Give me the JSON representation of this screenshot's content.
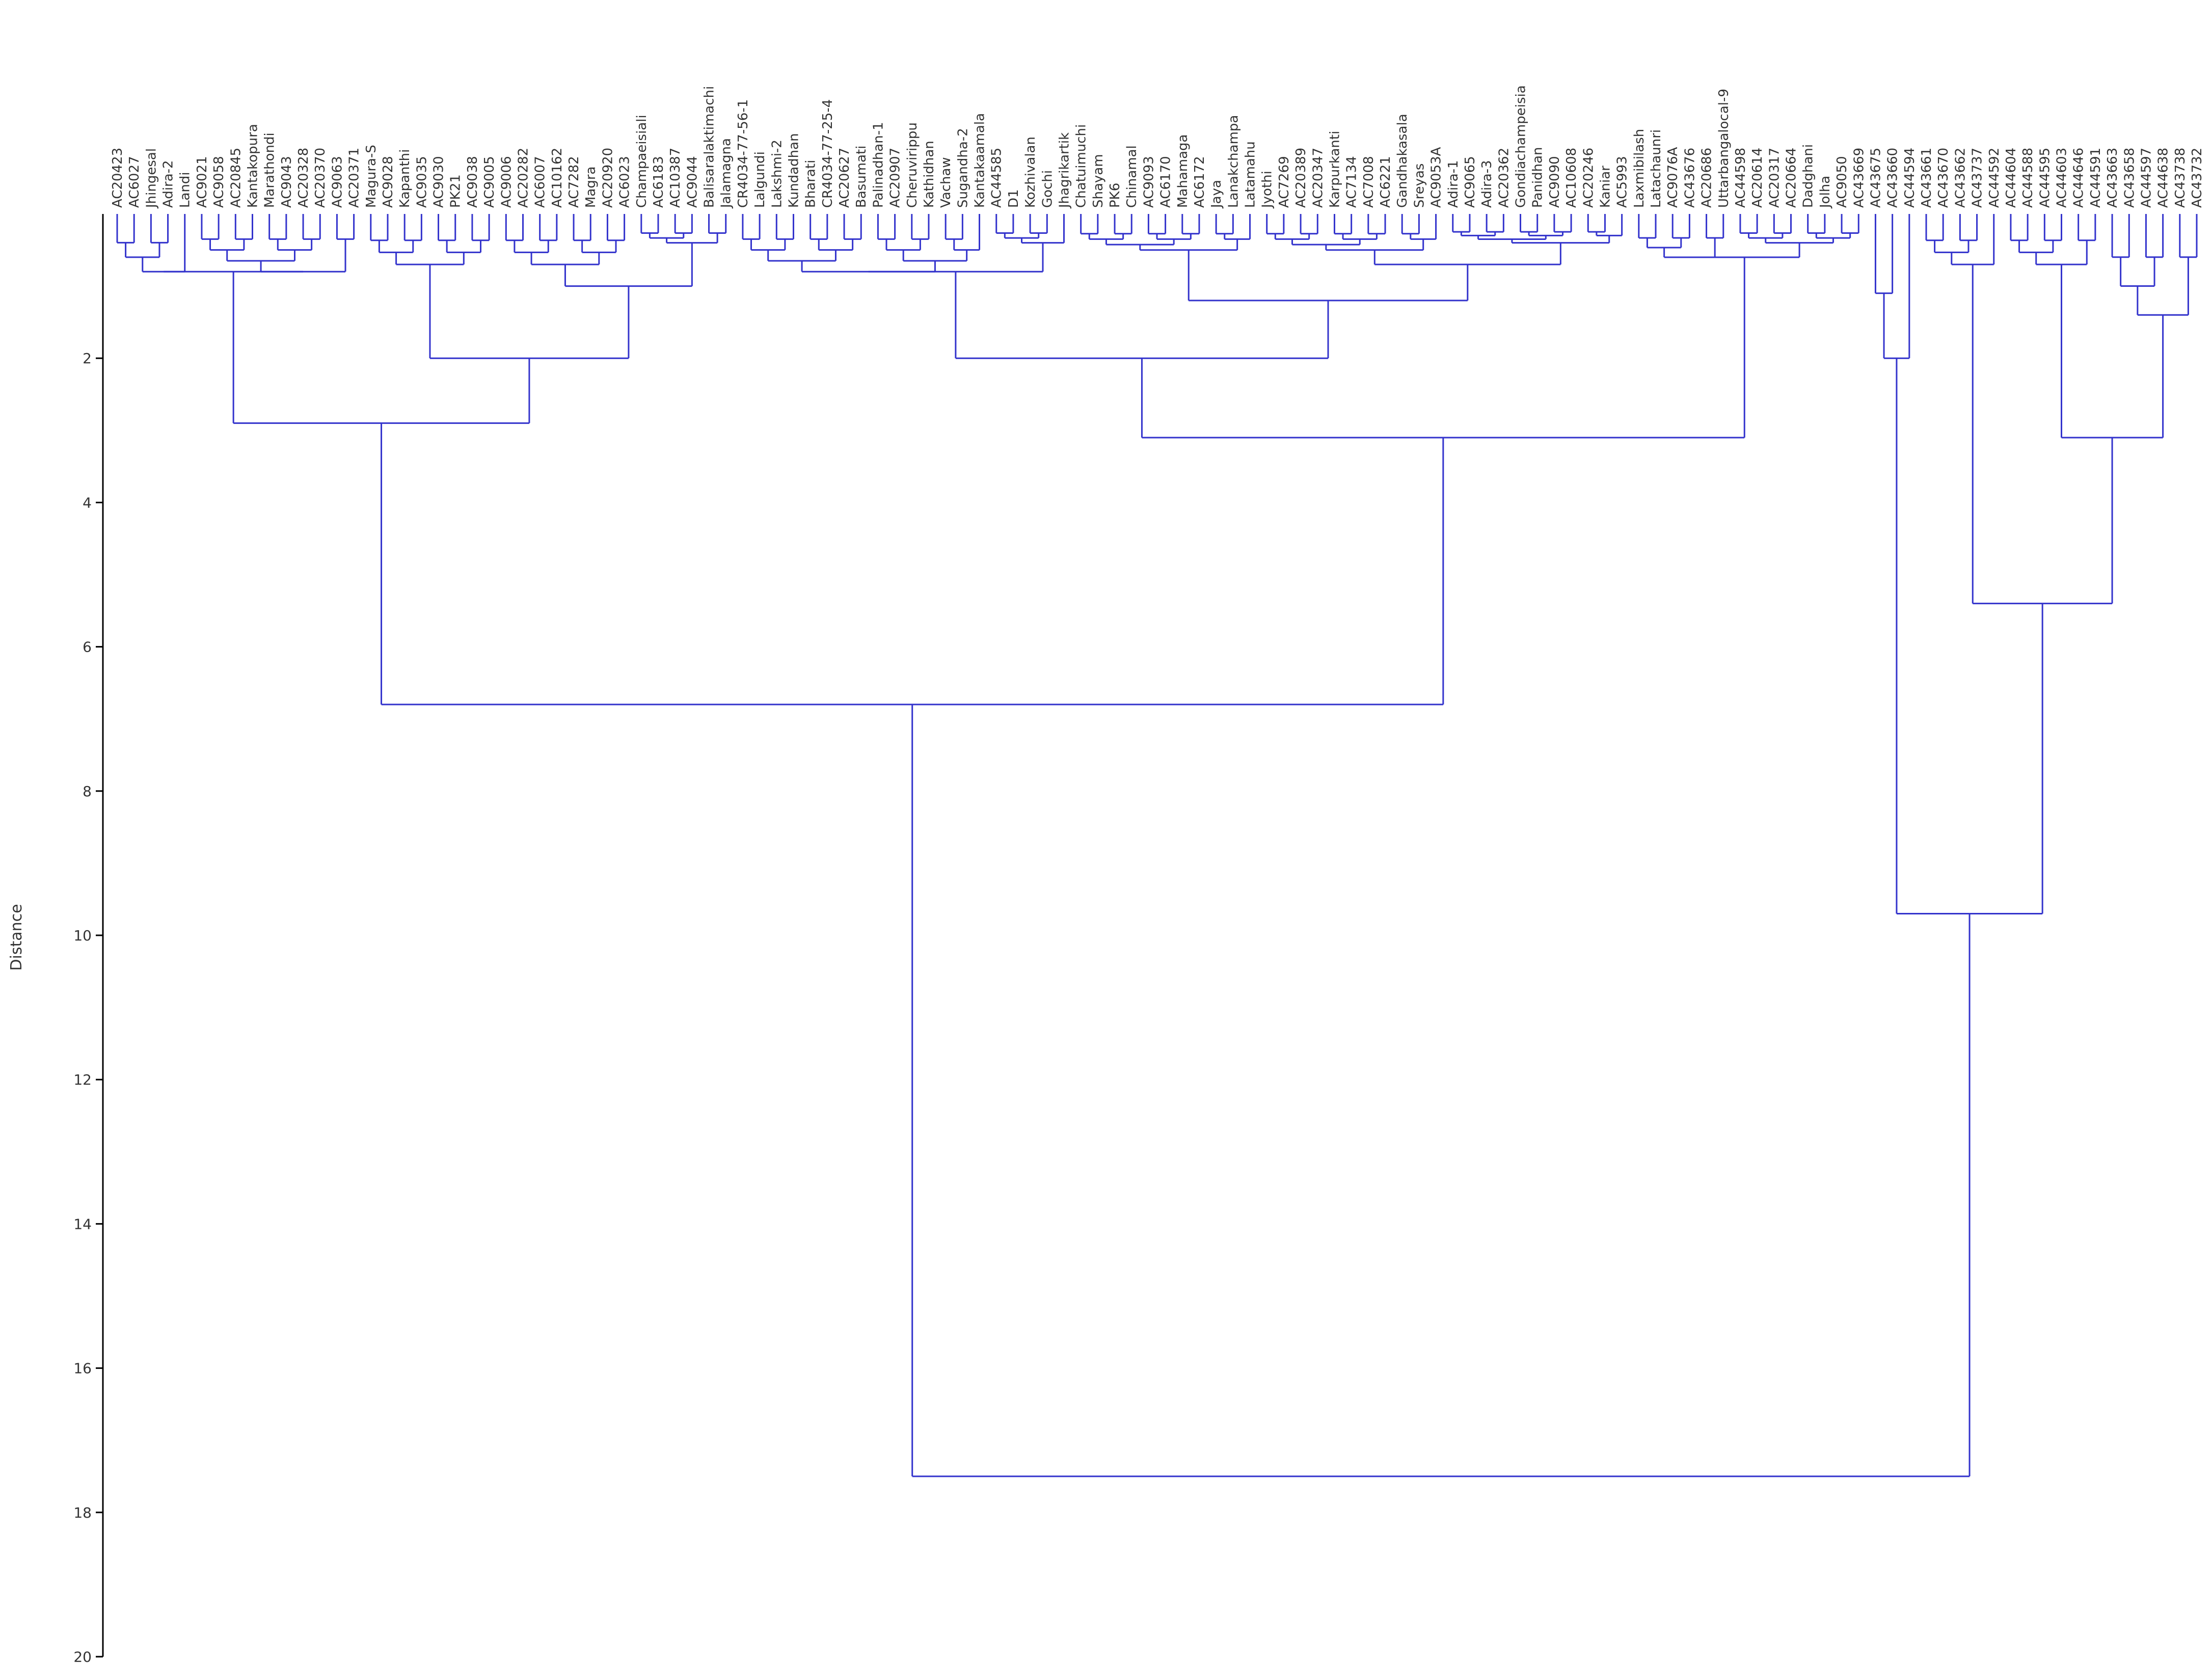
{
  "chart_data": {
    "type": "dendrogram",
    "title": "",
    "ylabel": "Distance",
    "ylim": [
      0,
      20
    ],
    "yticks": [
      2,
      4,
      6,
      8,
      10,
      12,
      14,
      16,
      18,
      20
    ],
    "color": "#3333cc",
    "axis_color": "#000000",
    "leaves": [
      "AC20423",
      "AC6027",
      "Jhingesal",
      "Adira-2",
      "Landi",
      "AC9021",
      "AC9058",
      "AC20845",
      "Kantakopura",
      "Marathondi",
      "AC9043",
      "AC20328",
      "AC20370",
      "AC9063",
      "AC20371",
      "Magura-S",
      "AC9028",
      "Kapanthi",
      "AC9035",
      "AC9030",
      "PK21",
      "AC9038",
      "AC9005",
      "AC9006",
      "AC20282",
      "AC6007",
      "AC10162",
      "AC7282",
      "Magra",
      "AC20920",
      "AC6023",
      "Champaeisiali",
      "AC6183",
      "AC10387",
      "AC9044",
      "Balisaralaktimachi",
      "Jalamagna",
      "CR4034-77-56-1",
      "Lalgundi",
      "Lakshmi-2",
      "Kundadhan",
      "Bharati",
      "CR4034-77-25-4",
      "AC20627",
      "Basumati",
      "Palinadhan-1",
      "AC20907",
      "Cheruvirippu",
      "Kathidhan",
      "Vachaw",
      "Sugandha-2",
      "Kantakaamala",
      "AC44585",
      "D1",
      "Kozhivalan",
      "Gochi",
      "Jhagrikartik",
      "Chatuimuchi",
      "Shayam",
      "PK6",
      "Chinamal",
      "AC9093",
      "AC6170",
      "Mahamaga",
      "AC6172",
      "Jaya",
      "Lanakchampa",
      "Latamahu",
      "Jyothi",
      "AC7269",
      "AC20389",
      "AC20347",
      "Karpurkanti",
      "AC7134",
      "AC7008",
      "AC6221",
      "Gandhakasala",
      "Sreyas",
      "AC9053A",
      "Adira-1",
      "AC9065",
      "Adira-3",
      "AC20362",
      "Gondiachampeisia",
      "Panidhan",
      "AC9090",
      "AC10608",
      "AC20246",
      "Kaniar",
      "AC5993",
      "Laxmibilash",
      "Latachaunri",
      "AC9076A",
      "AC43676",
      "AC20686",
      "Uttarbangalocal-9",
      "AC44598",
      "AC20614",
      "AC20317",
      "AC20664",
      "Dadghani",
      "Jolha",
      "AC9050",
      "AC43669",
      "AC43675",
      "AC43660",
      "AC44594",
      "AC43661",
      "AC43670",
      "AC43662",
      "AC43737",
      "AC44592",
      "AC44604",
      "AC44588",
      "AC44595",
      "AC44603",
      "AC44646",
      "AC44591",
      "AC43663",
      "AC43658",
      "AC44597",
      "AC44638",
      "AC43738",
      "AC43732"
    ],
    "merges": [
      {
        "left": 0,
        "right": 4,
        "height": 0.8
      },
      {
        "left": 5,
        "right": 14,
        "height": 0.8
      },
      {
        "left": 15,
        "right": 22,
        "height": 0.7
      },
      {
        "left": 23,
        "right": 30,
        "height": 0.7
      },
      {
        "left": 31,
        "right": 36,
        "height": 0.4
      },
      {
        "left": 37,
        "right": 51,
        "height": 0.8
      },
      {
        "left": 52,
        "right": 56,
        "height": 0.4
      },
      {
        "left": 57,
        "right": 67,
        "height": 0.5
      },
      {
        "left": 68,
        "right": 78,
        "height": 0.5
      },
      {
        "left": 79,
        "right": 89,
        "height": 0.4
      },
      {
        "left": 90,
        "right": 95,
        "height": 0.6
      },
      {
        "left": 96,
        "right": 103,
        "height": 0.4
      },
      {
        "left": 104,
        "right": 106,
        "height": 2.0
      },
      {
        "left": 107,
        "right": 111,
        "height": 0.7
      },
      {
        "left": 112,
        "right": 117,
        "height": 0.7
      },
      {
        "left": 118,
        "right": 123,
        "height": 1.4
      },
      {
        "left": "0-4",
        "right": "5-14",
        "height": 0.8
      },
      {
        "left": "23-30",
        "right": "31-36",
        "height": 1.0
      },
      {
        "left": "37-51",
        "right": "52-56",
        "height": 0.8
      },
      {
        "left": "68-78",
        "right": "79-89",
        "height": 0.7
      },
      {
        "left": "90-95",
        "right": "96-103",
        "height": 0.6
      },
      {
        "left": "15-22",
        "right": "23-36",
        "height": 2.0
      },
      {
        "left": "57-67",
        "right": "68-89",
        "height": 1.2
      },
      {
        "left": "37-56",
        "right": "57-89",
        "height": 2.0
      },
      {
        "left": "112-117",
        "right": "118-123",
        "height": 3.1
      },
      {
        "left": "0-14",
        "right": "15-36",
        "height": 2.9
      },
      {
        "left": "37-89",
        "right": "90-103",
        "height": 3.1
      },
      {
        "left": "107-111",
        "right": "112-123",
        "height": 5.4
      },
      {
        "left": "0-36",
        "right": "37-103",
        "height": 6.8
      },
      {
        "left": "104-106",
        "right": "107-123",
        "height": 9.7
      },
      {
        "left": "0-103",
        "right": "104-123",
        "height": 17.5
      }
    ]
  }
}
